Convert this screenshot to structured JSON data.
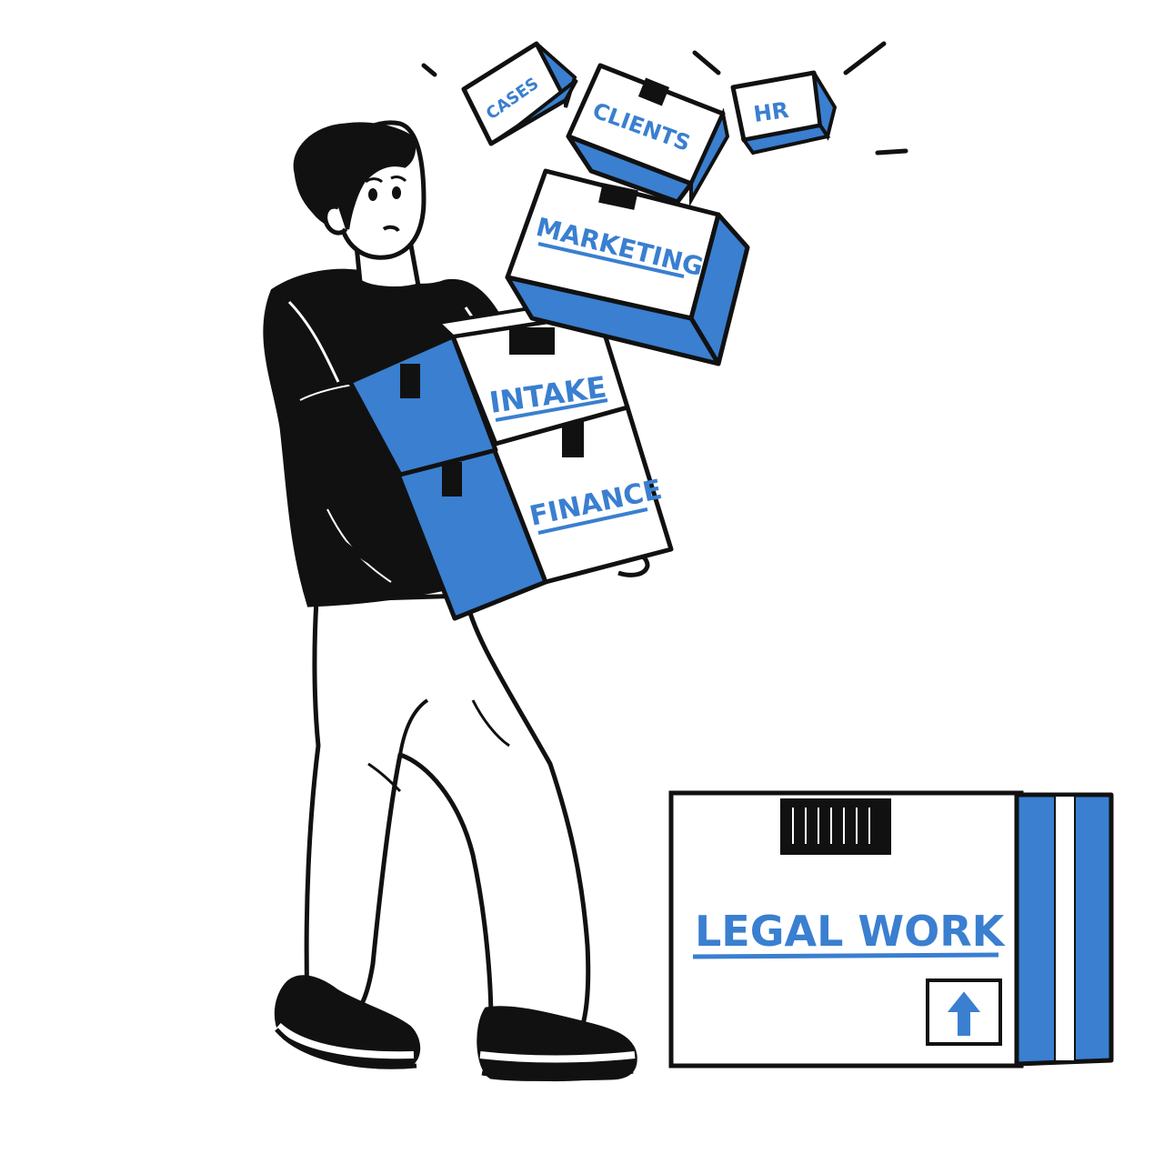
{
  "scene": {
    "colors": {
      "ink": "#111111",
      "box_blue": "#3a7fd0",
      "box_white": "#ffffff",
      "label_blue": "#3a7fd0"
    },
    "boxes": {
      "cases": "CASES",
      "clients": "CLIENTS",
      "hr": "HR",
      "marketing": "MARKETING",
      "intake": "INTAKE",
      "finance": "FINANCE",
      "legal_work": "LEGAL WORK"
    },
    "icons": [
      "up-arrow-icon"
    ]
  }
}
